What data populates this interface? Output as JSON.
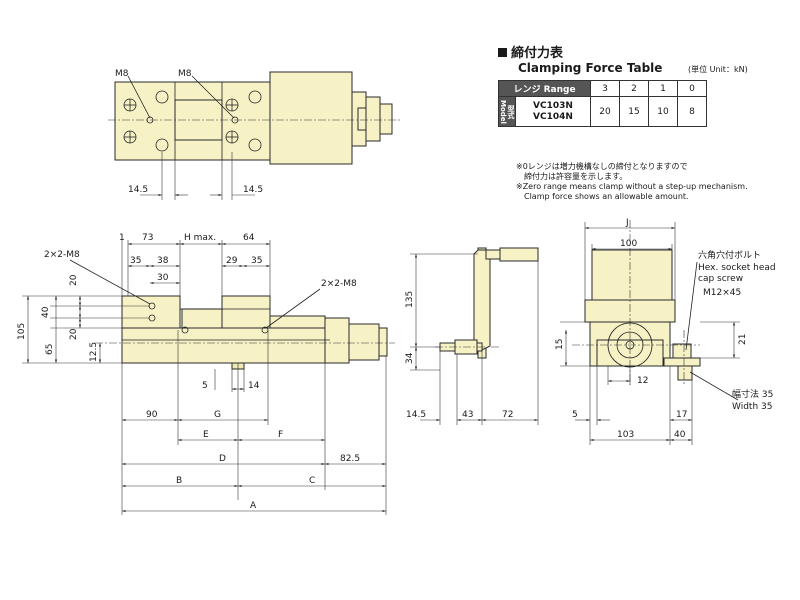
{
  "clamping_force": {
    "title_jp": "締付力表",
    "title_en": "Clamping Force Table",
    "unit": "(単位 Unit：kN)",
    "range_label": "レンジ  Range",
    "ranges": [
      "3",
      "2",
      "1",
      "0"
    ],
    "model_label": "型式 Model",
    "models": [
      "VC103N",
      "VC104N"
    ],
    "forces": [
      "20",
      "15",
      "10",
      "8"
    ],
    "note_jp_1": "※0レンジは増力機構なしの締付となりますので",
    "note_jp_2": "締付力は許容量を示します。",
    "note_en_1": "※Zero range means clamp without a step-up mechanism.",
    "note_en_2": "Clamp force shows an allowable amount."
  },
  "top_view": {
    "thread_left": "M8",
    "thread_right": "M8",
    "dim_left": "14.5",
    "dim_right": "14.5"
  },
  "front_view": {
    "dim_1": "1",
    "dim_73": "73",
    "dim_hmax": "H max.",
    "dim_64": "64",
    "tap_left": "2×2-M8",
    "dim_35a": "35",
    "dim_38": "38",
    "dim_30": "30",
    "dim_29": "29",
    "dim_35b": "35",
    "tap_right": "2×2-M8",
    "dim_20a": "20",
    "dim_40": "40",
    "dim_20b": "20",
    "dim_105": "105",
    "dim_65": "65",
    "dim_12_5": "12.5",
    "dim_5": "5",
    "dim_14": "14",
    "dim_90": "90",
    "dim_G": "G",
    "dim_E": "E",
    "dim_F": "F",
    "dim_D": "D",
    "dim_82_5": "82.5",
    "dim_B": "B",
    "dim_C": "C",
    "dim_A": "A"
  },
  "side_view": {
    "dim_135": "135",
    "dim_34": "34",
    "dim_14_5": "14.5",
    "dim_43": "43",
    "dim_72": "72"
  },
  "end_view": {
    "dim_J": "J",
    "dim_100": "100",
    "bolt_jp": "六角穴付ボルト",
    "bolt_en_1": "Hex. socket head",
    "bolt_en_2": "cap screw",
    "bolt_size": "M12×45",
    "dim_15": "15",
    "dim_21": "21",
    "dim_12": "12",
    "width_jp": "幅寸法 35",
    "width_en": "Width 35",
    "dim_5": "5",
    "dim_17": "17",
    "dim_103": "103",
    "dim_40": "40"
  }
}
